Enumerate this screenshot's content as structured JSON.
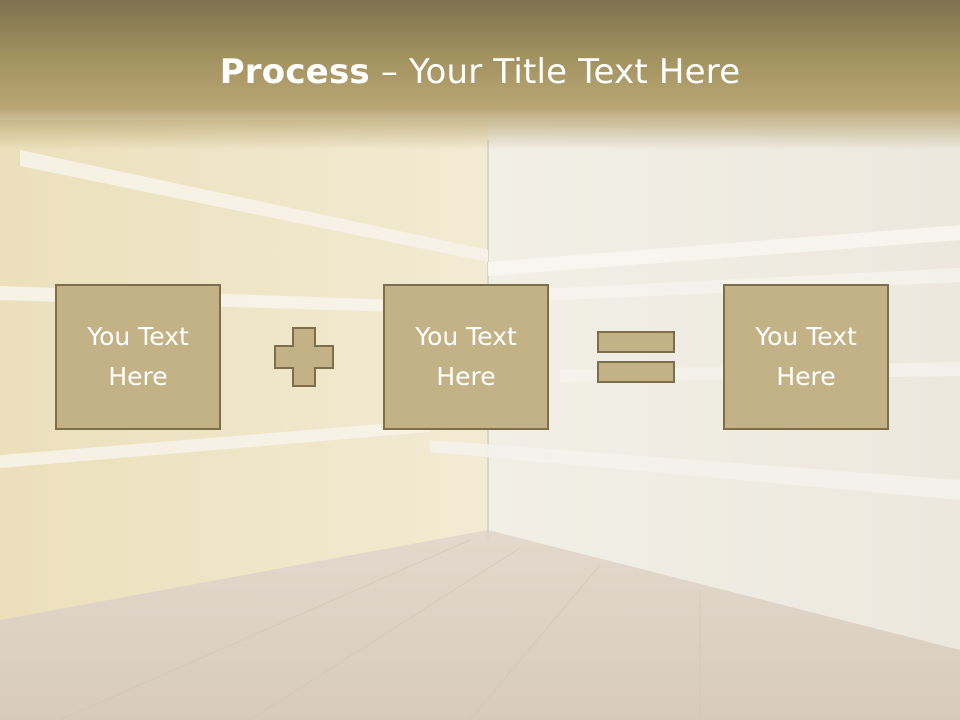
{
  "slide": {
    "title_bold": "Process",
    "title_rest": " – Your Title Text Here",
    "boxes": [
      {
        "text": "You Text Here"
      },
      {
        "text": "You Text Here"
      },
      {
        "text": "You Text Here"
      }
    ],
    "operators": [
      "plus-icon",
      "equals-icon"
    ]
  },
  "colors": {
    "box_fill": "#c4b287",
    "box_border": "#7d6f4c",
    "title_band": "#9f8f5e",
    "text": "#ffffff"
  }
}
